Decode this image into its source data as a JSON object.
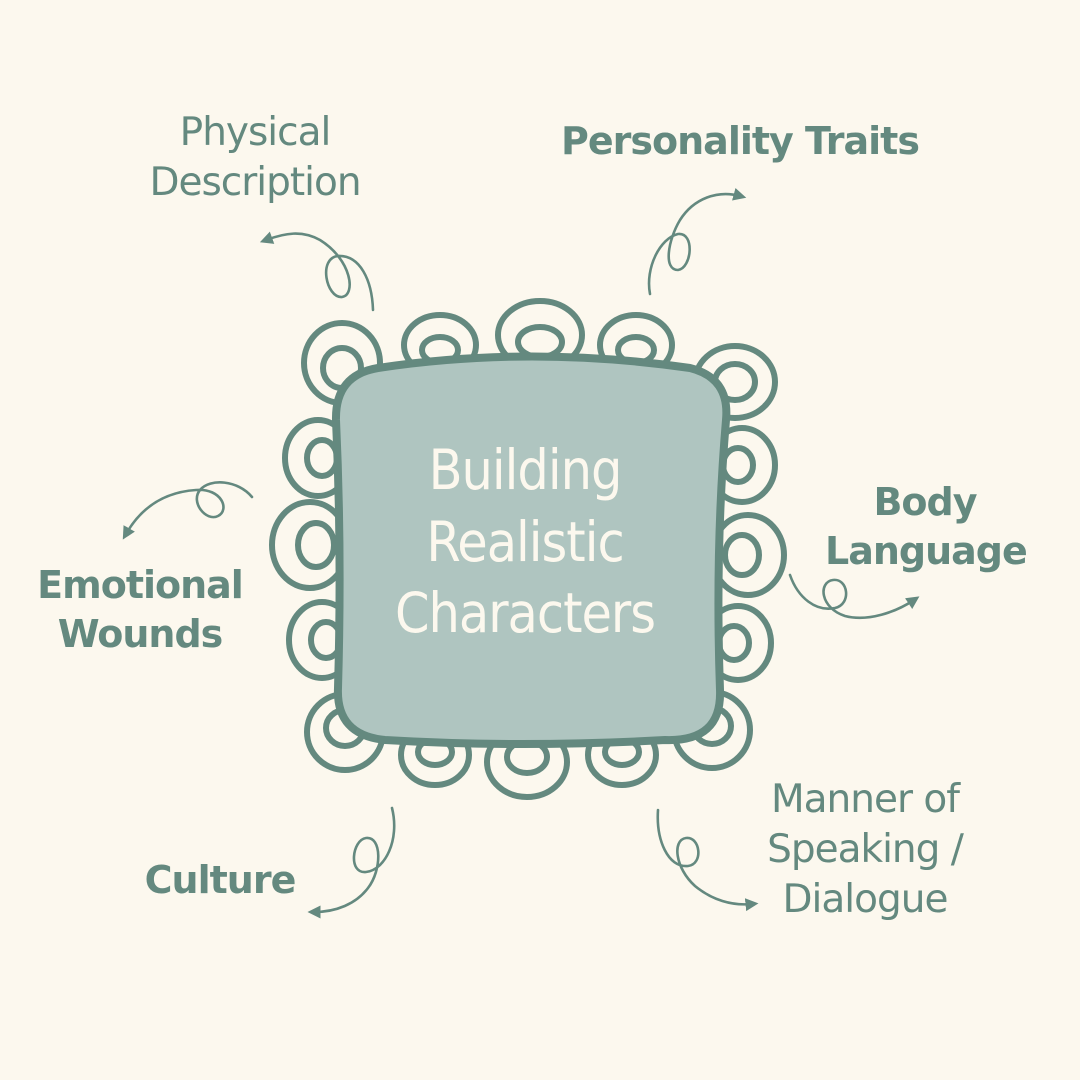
{
  "diagram": {
    "center": {
      "lines": [
        "Building",
        "Realistic",
        "Characters"
      ]
    },
    "branches": {
      "physical_description": {
        "lines": [
          "Physical",
          "Description"
        ]
      },
      "personality_traits": {
        "lines": [
          "Personality Traits"
        ]
      },
      "emotional_wounds": {
        "lines": [
          "Emotional",
          "Wounds"
        ]
      },
      "body_language": {
        "lines": [
          "Body",
          "Language"
        ]
      },
      "culture": {
        "lines": [
          "Culture"
        ]
      },
      "manner_of_speaking": {
        "lines": [
          "Manner of",
          "Speaking /",
          "Dialogue"
        ]
      }
    },
    "colors": {
      "background": "#fcf8ee",
      "accent": "#64897f",
      "center_fill": "#afc5c0",
      "center_text": "#fcf8ee"
    }
  }
}
